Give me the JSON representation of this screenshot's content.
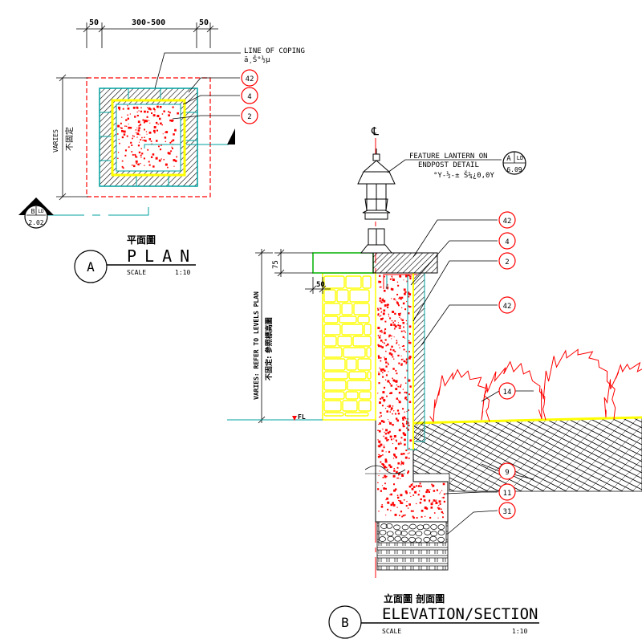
{
  "plan": {
    "dim_left": "50",
    "dim_mid": "300-500",
    "dim_right": "50",
    "coping_note": "LINE OF COPING",
    "coping_note_glyphs": "ä¸Š°½µ",
    "varies": "VARIES",
    "varies_cn": "不固定",
    "callouts": [
      "42",
      "4",
      "2"
    ],
    "section_ref": {
      "top": "B",
      "top_right": "LD",
      "bottom": "2.02"
    },
    "title_letter": "A",
    "title_cn": "平面圖",
    "title": "PLAN",
    "scale_label": "SCALE",
    "scale_value": "1:10"
  },
  "elevation": {
    "centerline": "℄",
    "lantern_note_line1": "FEATURE LANTERN ON",
    "lantern_note_line2": "ENDPOST DETAIL",
    "lantern_note_glyphs": "°Y-½-± Š¼¿0,0Y",
    "detail_ref": {
      "top": "A",
      "top_right": "LD",
      "bottom": "6.09"
    },
    "dim_75": "75",
    "dim_50": "50",
    "varies_note": "VARIES: REFER TO LEVELS PLAN",
    "varies_note_cn": "不固定: 參照標高圖",
    "fl_label": "FL",
    "callouts": [
      "42",
      "4",
      "2",
      "42",
      "14",
      "9",
      "11",
      "31"
    ],
    "title_letter": "B",
    "title_cn": "立面圖 剖面圖",
    "title": "ELEVATION/SECTION",
    "scale_label": "SCALE",
    "scale_value": "1:10"
  },
  "colors": {
    "stone": "#ffff00",
    "concrete_dots": "#ff0000",
    "section_line": "#00a0a0",
    "boundary": "#ff0000",
    "planting": "#ff0000"
  }
}
